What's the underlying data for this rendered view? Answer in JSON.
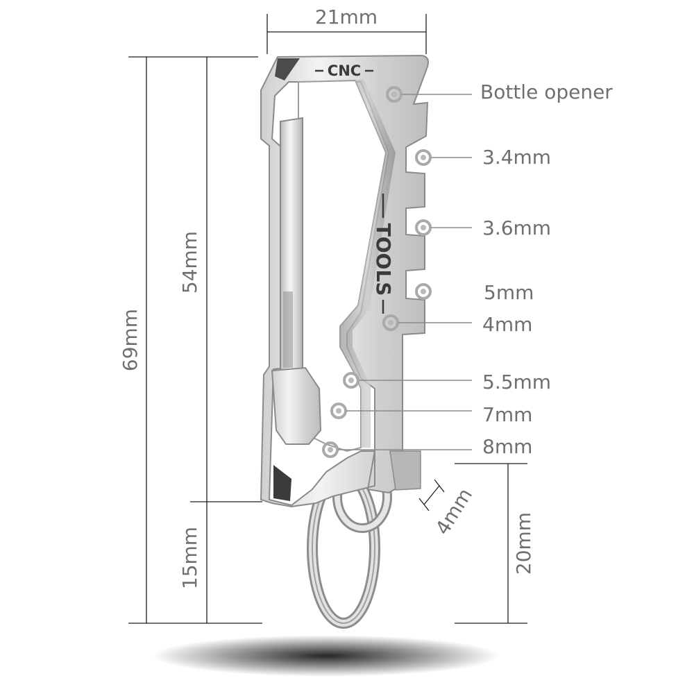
{
  "dimensions": {
    "width_top": "21mm",
    "total_height": "69mm",
    "body_height": "54mm",
    "ring_height": "15mm",
    "right_height": "20mm",
    "bottom_gap": "4mm"
  },
  "engraving": {
    "top": "CNC",
    "side": "TOOLS"
  },
  "callouts": [
    {
      "label": "Bottle opener"
    },
    {
      "label": "3.4mm"
    },
    {
      "label": "3.6mm"
    },
    {
      "label": "5mm"
    },
    {
      "label": "4mm"
    },
    {
      "label": "5.5mm"
    },
    {
      "label": "7mm"
    },
    {
      "label": "8mm"
    }
  ],
  "colors": {
    "text": "#6f6f6f",
    "dimension_line": "#1f1f1f",
    "metal": "#d9d9d9",
    "marker": "#a9a9a9"
  }
}
